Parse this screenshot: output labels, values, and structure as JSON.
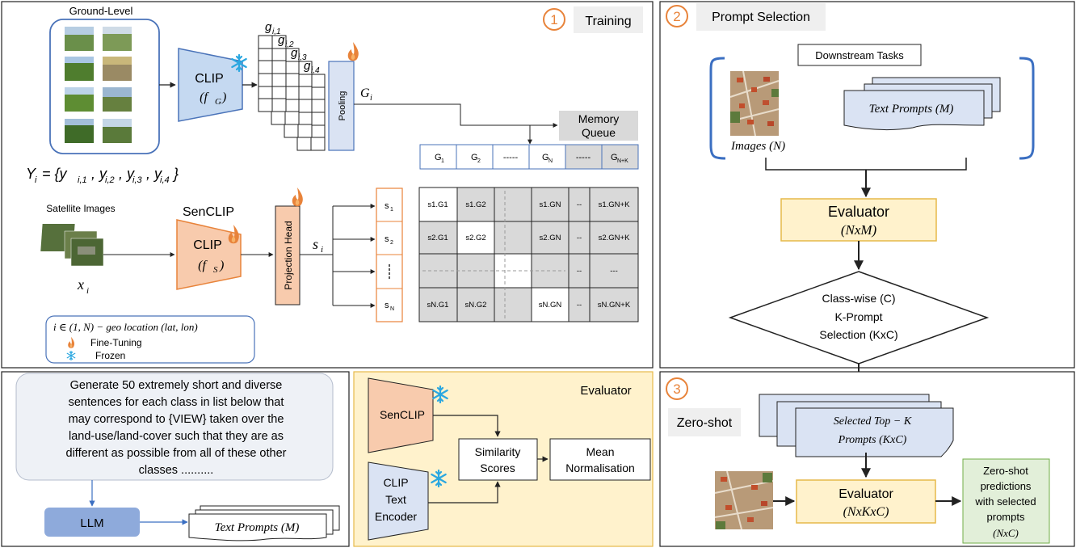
{
  "panel1": {
    "step": "1",
    "title": "Training",
    "ground_level_label": "Ground-Level",
    "clip_g": {
      "name": "CLIP",
      "sub": "(f",
      "sub_idx": "G",
      "close": ")"
    },
    "g_labels": [
      "g",
      "g",
      "g",
      "g"
    ],
    "g_subs": [
      "i,1",
      "i,2",
      "i,3",
      "i,4"
    ],
    "pooling": "Pooling",
    "G_i": "G",
    "G_i_sub": "i",
    "memory_queue": [
      "Memory",
      "Queue"
    ],
    "queue_cells": [
      "G",
      "G",
      "-----",
      "G",
      "-----",
      "G"
    ],
    "queue_subs": [
      "1",
      "2",
      "",
      "N",
      "",
      "N+K"
    ],
    "Y_i": "Y",
    "Y_formula": "= {y",
    "Y_parts": [
      "i,1",
      "i,2",
      "i,3",
      "i,4"
    ],
    "satellite_label": "Satellite Images",
    "senclip": "SenCLIP",
    "clip_s": {
      "name": "CLIP",
      "sub": "(f",
      "sub_idx": "S",
      "close": ")"
    },
    "x_i": "x",
    "projection_head": "Projection Head",
    "s_i": "s",
    "s_cells": [
      "s",
      "s",
      "s"
    ],
    "s_subs": [
      "1",
      "2",
      "N"
    ],
    "matrix": [
      [
        "s1.G1",
        "s1.G2",
        "",
        "s1.GN",
        "--",
        "s1.GN+K"
      ],
      [
        "s2.G1",
        "s2.G2",
        "",
        "s2.GN",
        "--",
        "s2.GN+K"
      ],
      [
        "",
        "",
        "",
        "",
        "--",
        "---"
      ],
      [
        "sN.G1",
        "sN.G2",
        "",
        "sN.GN",
        "--",
        "sN.GN+K"
      ]
    ],
    "legend_geo": "i ∈ (1, N) − geo location (lat, lon)",
    "legend_fine": "Fine-Tuning",
    "legend_frozen": "Frozen"
  },
  "panel2": {
    "step": "2",
    "title": "Prompt Selection",
    "downstream": "Downstream Tasks",
    "text_prompts": "Text Prompts (M)",
    "images": "Images (N)",
    "evaluator": "Evaluator",
    "evaluator_dim": "(NxM)",
    "diamond": [
      "Class-wise (C)",
      "K-Prompt",
      "Selection (KxC)"
    ]
  },
  "panel3": {
    "step": "3",
    "title": "Zero-shot",
    "selected": [
      "Selected Top − K",
      "Prompts (KxC)"
    ],
    "evaluator": "Evaluator",
    "evaluator_dim": "(NxKxC)",
    "predictions": [
      "Zero-shot",
      "predictions",
      "with selected",
      "prompts",
      "(NxC)"
    ]
  },
  "prompt_panel": {
    "text_lines": [
      "Generate 50 extremely short and diverse",
      "sentences for each class in list below that",
      "may correspond to {VIEW} taken over the",
      "land-use/land-cover such that they are as",
      "different as possible from all of these other",
      "classes .........."
    ],
    "llm": "LLM",
    "text_prompts": "Text Prompts (M)"
  },
  "evaluator_panel": {
    "title": "Evaluator",
    "senclip": "SenCLIP",
    "clip_text": [
      "CLIP",
      "Text",
      "Encoder"
    ],
    "similarity": [
      "Similarity",
      "Scores"
    ],
    "mean": [
      "Mean",
      "Normalisation"
    ]
  },
  "colors": {
    "orange": "#e8833a",
    "peach": "#f8cbad",
    "lightblue": "#c5d9f1",
    "blue_border": "#4a73b9",
    "yellow_fill": "#fff2cc",
    "yellow_border": "#e6b94a",
    "green_fill": "#e2efd9",
    "snow": "#2aa7e0"
  }
}
